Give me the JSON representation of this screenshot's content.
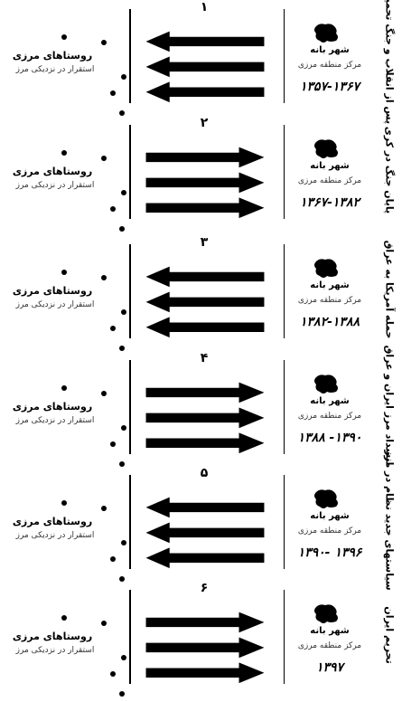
{
  "village": {
    "title": "روستاهای مرزی",
    "subtitle": "استقرار در نزدیکی مرز"
  },
  "city": {
    "name": "شهر بانه",
    "subtitle": "مرکز منطقه مرزی"
  },
  "panels": [
    {
      "number": "۱",
      "title": "پس از انقلاب و جنگ تحمیلی",
      "years": "۱۳۵۷-۱۳۶۷",
      "direction": "left"
    },
    {
      "number": "۲",
      "title": "پایان جنگ در کری",
      "years": "۱۳۶۷-۱۳۸۲",
      "direction": "right"
    },
    {
      "number": "۳",
      "title": "حمله آمریکا به عراق",
      "years": "۱۳۸۲-۱۳۸۸",
      "direction": "left"
    },
    {
      "number": "۴",
      "title": "انسداد مرز ایران و عراق",
      "years": "۱۳۸۸ -۱۳۹۰",
      "direction": "right"
    },
    {
      "number": "۵",
      "title": "سیاستهای جدید نظام در مرز",
      "years": "۱۳۹۰- ۱۳۹۶",
      "direction": "left"
    },
    {
      "number": "۶",
      "title": "تحریم ایران",
      "years": "۱۳۹۷",
      "direction": "right"
    }
  ]
}
